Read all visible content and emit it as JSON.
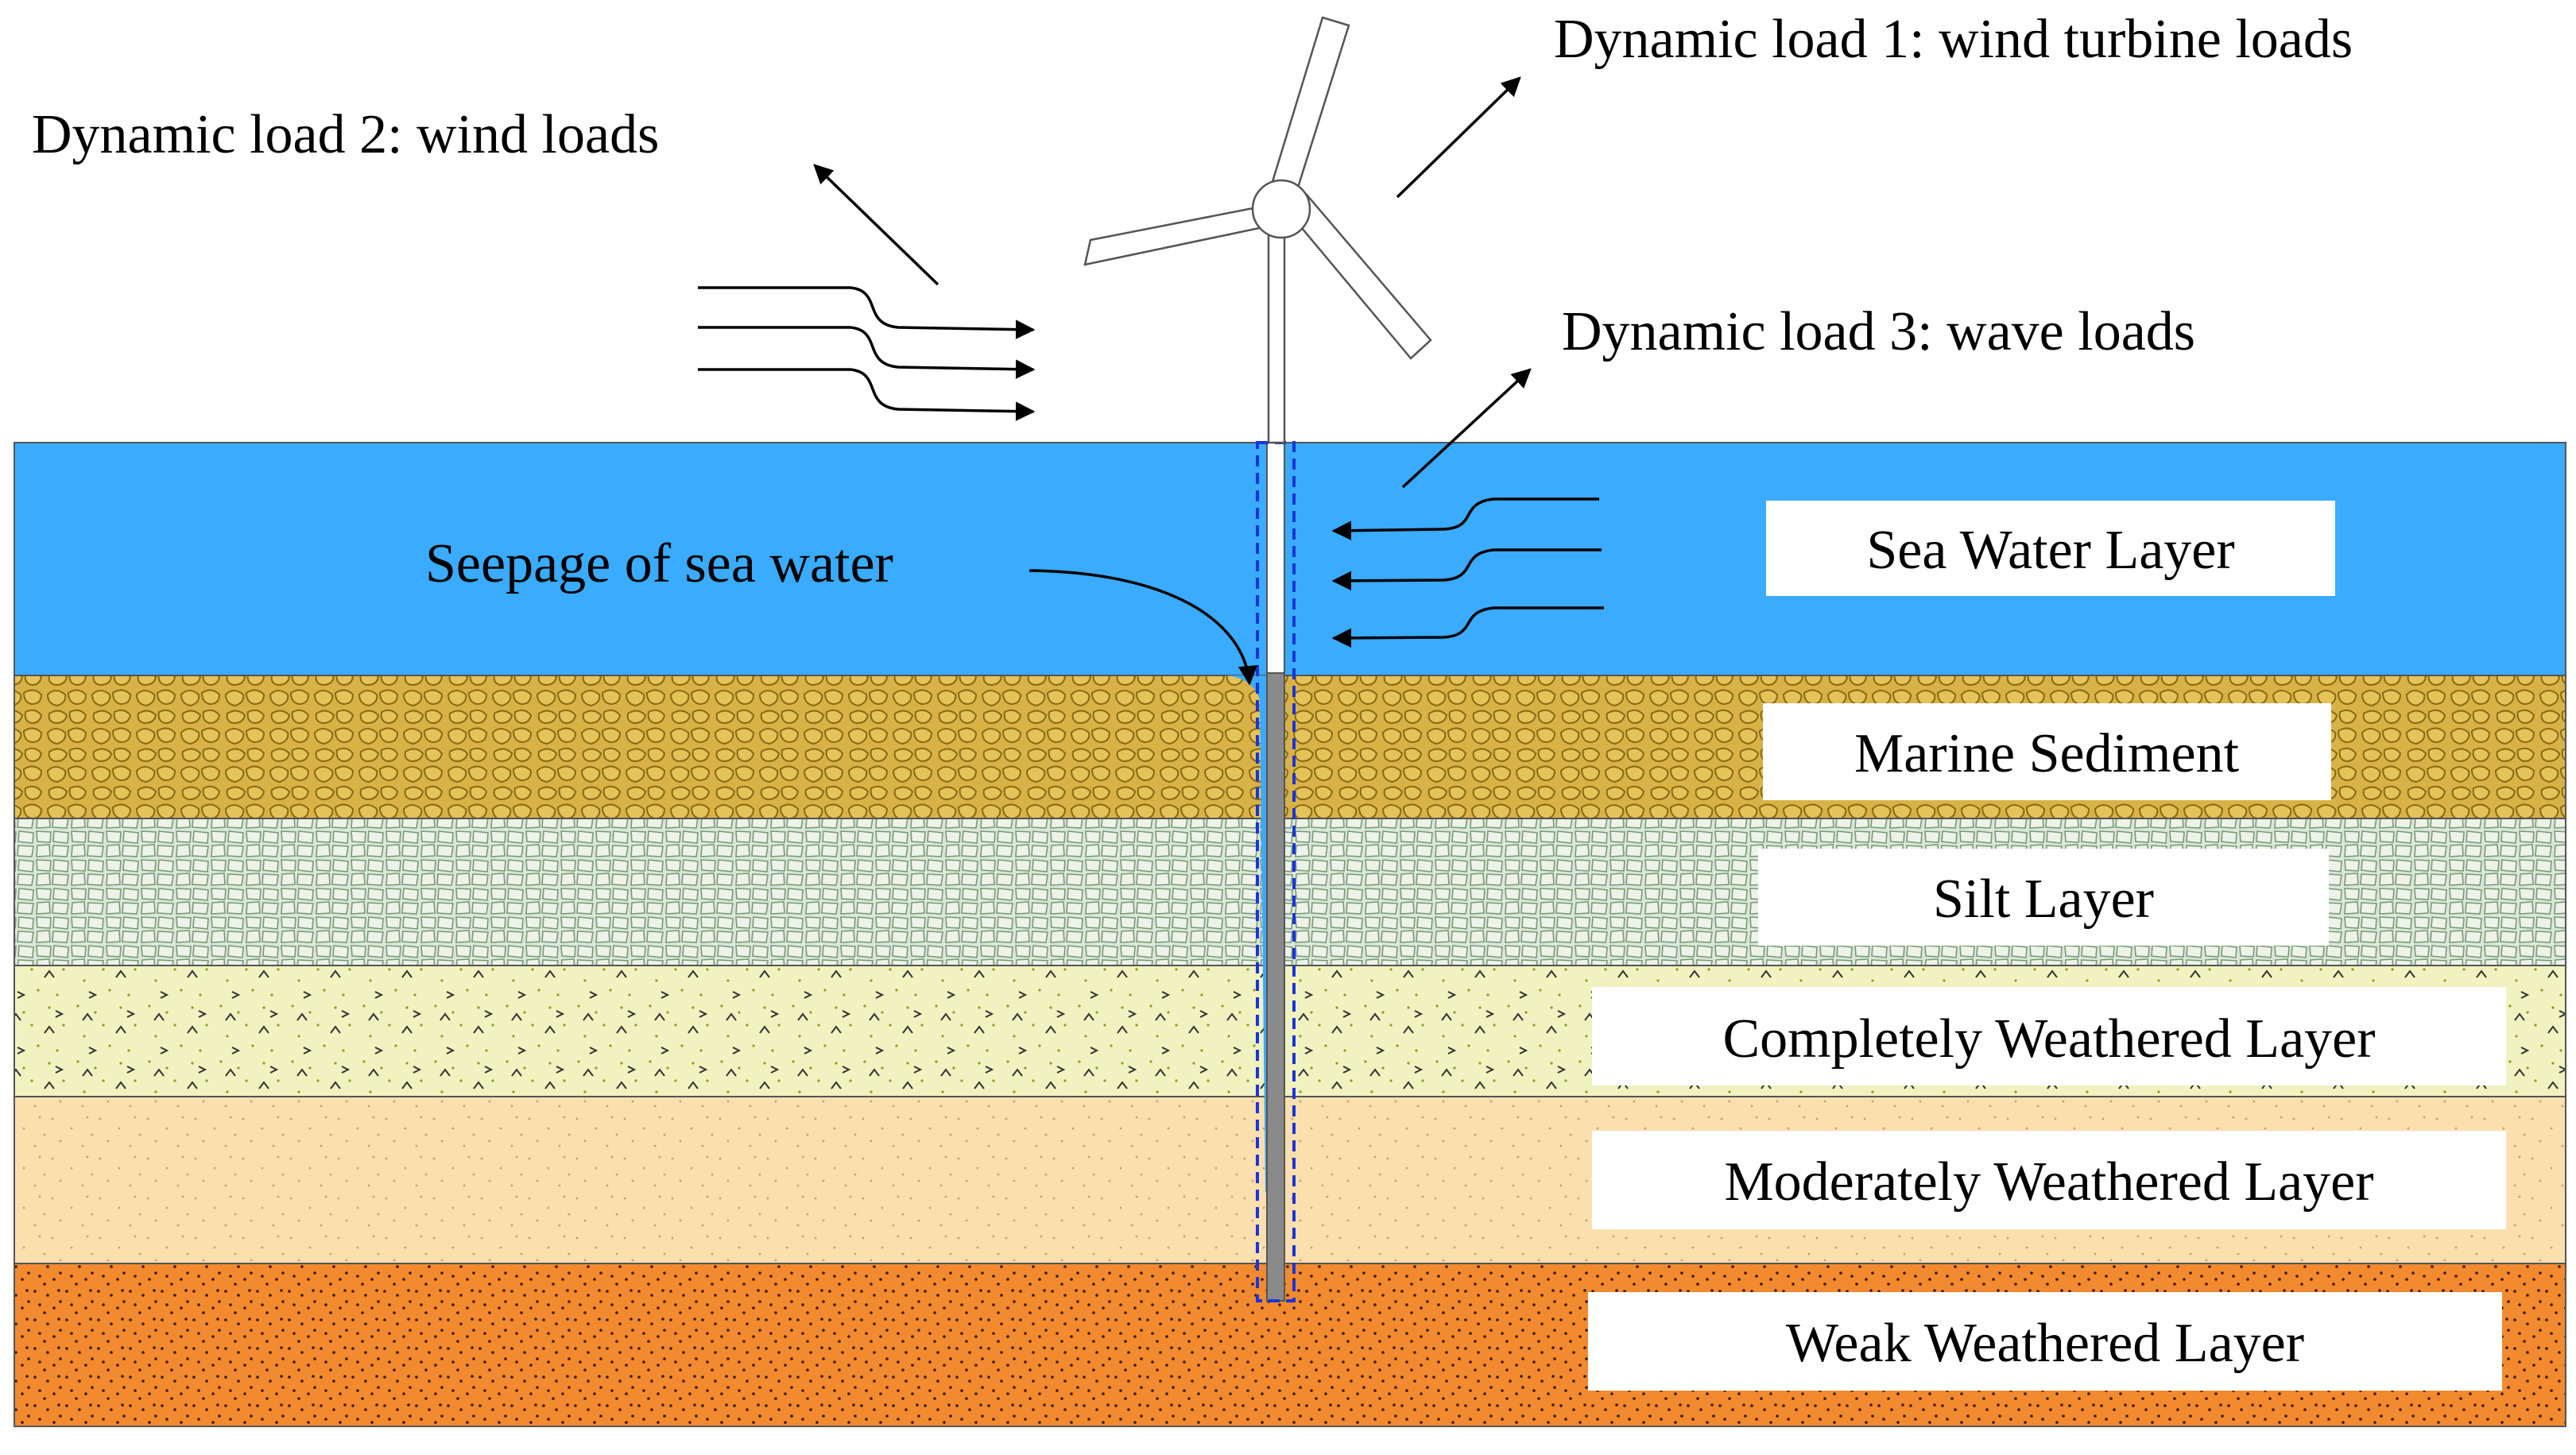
{
  "labels": {
    "load_turbine": "Dynamic load 1: wind turbine loads",
    "load_wind": "Dynamic load 2: wind loads",
    "load_wave": "Dynamic load 3: wave loads",
    "seepage": "Seepage of sea water"
  },
  "layers": [
    {
      "id": "sea-water",
      "name": "Sea Water Layer",
      "color": "#3aabfd"
    },
    {
      "id": "marine-sediment",
      "name": "Marine Sediment",
      "color": "#d8b247"
    },
    {
      "id": "silt",
      "name": "Silt Layer",
      "color": "#d6e4d6"
    },
    {
      "id": "completely-weathered",
      "name": "Completely Weathered Layer",
      "color": "#f0f2c0"
    },
    {
      "id": "moderately-weathered",
      "name": "Moderately Weathered Layer",
      "color": "#fbdfae"
    },
    {
      "id": "weak-weathered",
      "name": "Weak Weathered Layer",
      "color": "#f28a30"
    }
  ],
  "colors": {
    "outline": "#555555",
    "pile_outline": "#1a35d8",
    "turbine": "#ffffff",
    "arrow": "#000000"
  }
}
